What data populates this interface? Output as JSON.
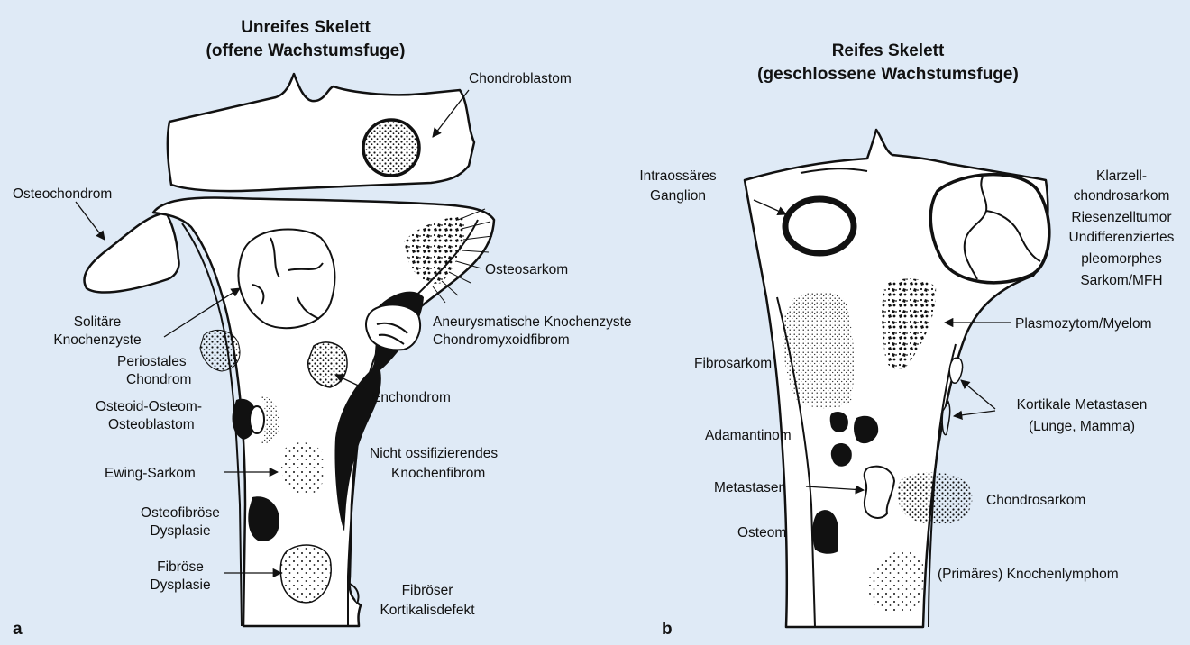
{
  "panel_a": {
    "letter": "a",
    "title_line1": "Unreifes Skelett",
    "title_line2": "(offene Wachstumsfuge)",
    "labels": {
      "chondroblastom": "Chondroblastom",
      "osteochondrom": "Osteochondrom",
      "osteosarkom": "Osteosarkom",
      "solitaere_1": "Solitäre",
      "solitaere_2": "Knochenzyste",
      "aneurysmatisch": "Aneurysmatische Knochenzyste",
      "chondromyxoid": "Chondromyxoidfibrom",
      "periostales_1": "Periostales",
      "periostales_2": "Chondrom",
      "enchondrom": "Enchondrom",
      "osteoid_1": "Osteoid-Osteom-",
      "osteoid_2": "Osteoblastom",
      "nicht_1": "Nicht ossifizierendes",
      "nicht_2": "Knochenfibrom",
      "ewing": "Ewing-Sarkom",
      "osteofib_1": "Osteofibröse",
      "osteofib_2": "Dysplasie",
      "fibdys_1": "Fibröse",
      "fibdys_2": "Dysplasie",
      "fibkort_1": "Fibröser",
      "fibkort_2": "Kortikalisdefekt"
    }
  },
  "panel_b": {
    "letter": "b",
    "title_line1": "Reifes Skelett",
    "title_line2": "(geschlossene Wachstumsfuge)",
    "labels": {
      "intra_1": "Intraossäres",
      "intra_2": "Ganglion",
      "klar_1": "Klarzell-",
      "klar_2": "chondrosarkom",
      "riesen": "Riesenzelltumor",
      "undiff_1": "Undifferenziertes",
      "undiff_2": "pleomorphes",
      "undiff_3": "Sarkom/MFH",
      "plasmo": "Plasmozytom/Myelom",
      "fibrosarkom": "Fibrosarkom",
      "kortmet_1": "Kortikale Metastasen",
      "kortmet_2": "(Lunge, Mamma)",
      "adamantinom": "Adamantinom",
      "metastasen": "Metastasen",
      "chondrosarkom": "Chondrosarkom",
      "osteom": "Osteom",
      "lymphom": "(Primäres) Knochenlymphom"
    }
  },
  "colors": {
    "background": "#dfeaf6",
    "ink": "#111111",
    "bone": "#ffffff"
  }
}
